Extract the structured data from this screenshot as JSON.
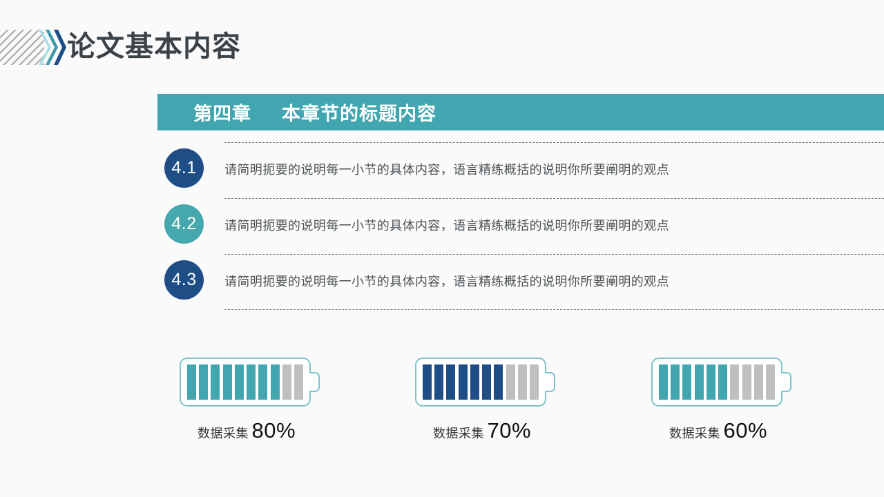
{
  "header": {
    "title": "论文基本内容",
    "decor_icon": "diagonal-stripes",
    "chevrons": [
      {
        "name": "chevron-right-icon-light",
        "color": "#a8dde4"
      },
      {
        "name": "chevron-right-icon-teal",
        "color": "#3f9aa5"
      },
      {
        "name": "chevron-right-icon-navy",
        "color": "#1f4e87"
      }
    ],
    "title_color": "#3b4248"
  },
  "chapter": {
    "label": "第四章",
    "title": "本章节的标题内容",
    "bar_color": "#41a6b0",
    "text_color": "#ffffff"
  },
  "outline": {
    "items": [
      {
        "number": "4.1",
        "color": "#1f4e87",
        "text": "请简明扼要的说明每一小节的具体内容，语言精练概括的说明你所要阐明的观点"
      },
      {
        "number": "4.2",
        "color": "#46a8ae",
        "text": "请简明扼要的说明每一小节的具体内容，语言精练概括的说明你所要阐明的观点"
      },
      {
        "number": "4.3",
        "color": "#1f4e87",
        "text": "请简明扼要的说明每一小节的具体内容，语言精练概括的说明你所要阐明的观点"
      }
    ]
  },
  "chart_data": {
    "type": "bar",
    "title": "",
    "categories": [
      "数据采集",
      "数据采集",
      "数据采集"
    ],
    "values": [
      80,
      70,
      60
    ],
    "unit": "%",
    "ylim": [
      0,
      100
    ],
    "series": [
      {
        "name": "数据采集",
        "value": 80,
        "filled_segments": 8,
        "total_segments": 10,
        "fill_color": "#41a6b0",
        "empty_color": "#bfbfbf"
      },
      {
        "name": "数据采集",
        "value": 70,
        "filled_segments": 7,
        "total_segments": 10,
        "fill_color": "#1f4e87",
        "empty_color": "#bfbfbf"
      },
      {
        "name": "数据采集",
        "value": 60,
        "filled_segments": 6,
        "total_segments": 10,
        "fill_color": "#41a6b0",
        "empty_color": "#bfbfbf"
      }
    ]
  },
  "batteries": [
    {
      "icon": "battery-icon",
      "label": "数据采集",
      "value": "80",
      "unit": "%",
      "filled": 8,
      "total": 10,
      "fill_color": "#41a6b0",
      "outline_color": "#7fc3cd"
    },
    {
      "icon": "battery-icon",
      "label": "数据采集",
      "value": "70",
      "unit": "%",
      "filled": 7,
      "total": 10,
      "fill_color": "#1f4e87",
      "outline_color": "#7fc3cd"
    },
    {
      "icon": "battery-icon",
      "label": "数据采集",
      "value": "60",
      "unit": "%",
      "filled": 6,
      "total": 10,
      "fill_color": "#41a6b0",
      "outline_color": "#7fc3cd"
    }
  ]
}
